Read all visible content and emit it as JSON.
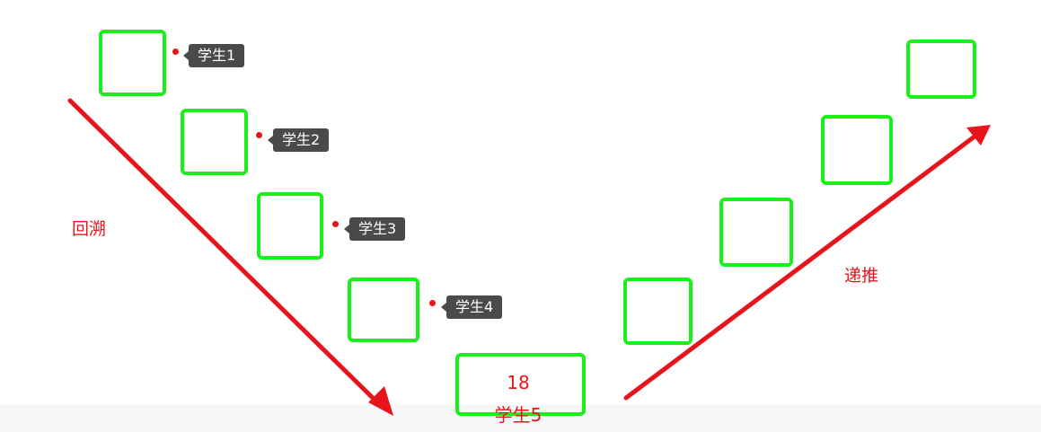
{
  "colors": {
    "box_border": "#19f019",
    "arrow": "#e8141b",
    "tag_bg": "#4a4a4a",
    "tag_text": "#ffffff"
  },
  "left_side": {
    "label": "回溯",
    "tags": [
      "学生1",
      "学生2",
      "学生3",
      "学生4"
    ]
  },
  "bottom": {
    "value": "18",
    "name": "学生5"
  },
  "right_side": {
    "label": "递推"
  }
}
